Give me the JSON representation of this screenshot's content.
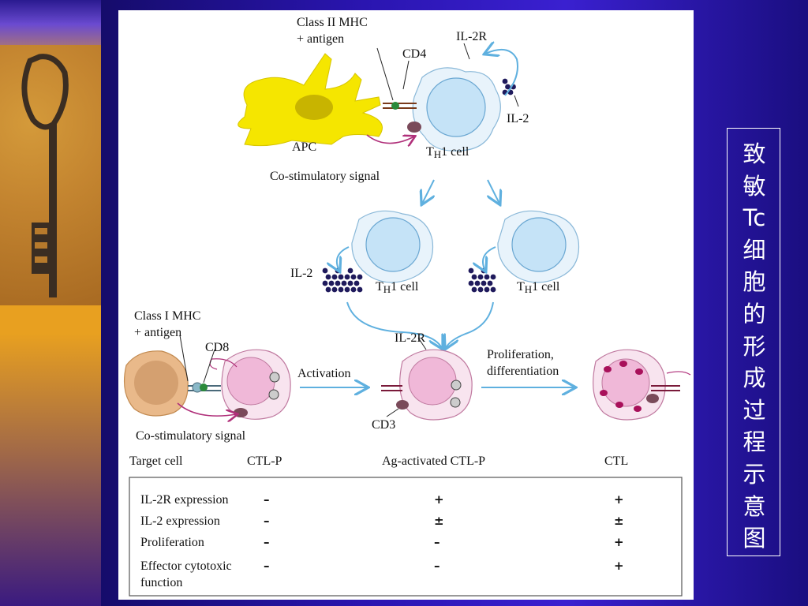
{
  "side_title": "致敏Tc细胞的形成过程示意图",
  "labels": {
    "class2_mhc_l1": "Class II MHC",
    "class2_mhc_l2": "+ antigen",
    "cd4": "CD4",
    "il2r_top": "IL-2R",
    "il2_top": "IL-2",
    "apc": "APC",
    "th1_cell_top_t": "T",
    "th1_cell_top_h": "H",
    "th1_cell_top_rest": "1 cell",
    "costim_top": "Co-stimulatory signal",
    "il2_mid": "IL-2",
    "th1_left_t": "T",
    "th1_left_h": "H",
    "th1_left_rest": "1 cell",
    "th1_right_t": "T",
    "th1_right_h": "H",
    "th1_right_rest": "1 cell",
    "class1_mhc_l1": "Class I MHC",
    "class1_mhc_l2": "+ antigen",
    "cd8": "CD8",
    "il2r_mid": "IL-2R",
    "activation": "Activation",
    "prolif_l1": "Proliferation,",
    "prolif_l2": "differentiation",
    "cd3": "CD3",
    "costim_bottom": "Co-stimulatory signal",
    "target_cell": "Target cell",
    "ctl_p": "CTL-P",
    "ag_activated": "Ag-activated CTL-P",
    "ctl": "CTL"
  },
  "table": {
    "rows": [
      {
        "label": "IL-2R expression",
        "label2": "",
        "ctlp": "–",
        "ag": "+",
        "ctl": "+"
      },
      {
        "label": "IL-2 expression",
        "label2": "",
        "ctlp": "–",
        "ag": "±",
        "ctl": "±"
      },
      {
        "label": "Proliferation",
        "label2": "",
        "ctlp": "–",
        "ag": "–",
        "ctl": "+"
      },
      {
        "label": "Effector cytotoxic",
        "label2": "function",
        "ctlp": "–",
        "ag": "–",
        "ctl": "+"
      }
    ]
  },
  "colors": {
    "th_cell_fill": "#c5e3f7",
    "th_cell_outer": "#e8f3fb",
    "ctl_fill": "#f0b8d8",
    "ctl_outer": "#f8e4ef",
    "apc_fill": "#f5e600",
    "target_fill": "#e9b98a",
    "arrow_blue": "#5fb0df",
    "il2_dots": "#1f1a5c",
    "sidebar_bg": "#2a15b0"
  }
}
